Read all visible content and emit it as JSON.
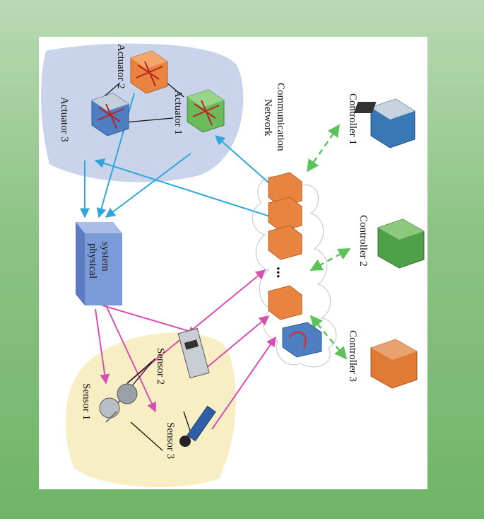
{
  "diagram": {
    "actuators": [
      {
        "id": "a1",
        "label": "Actuator 1"
      },
      {
        "id": "a2",
        "label": "Actuator 2"
      },
      {
        "id": "a3",
        "label": "Actuator 3"
      }
    ],
    "sensors": [
      {
        "id": "s1",
        "label": "Sensor 1"
      },
      {
        "id": "s2",
        "label": "Sensor 2"
      },
      {
        "id": "s3",
        "label": "Sensor 3"
      }
    ],
    "controllers": [
      {
        "id": "c1",
        "label": "Controller 1"
      },
      {
        "id": "c2",
        "label": "Controller 2"
      },
      {
        "id": "c3",
        "label": "Controller 3"
      }
    ],
    "network": {
      "label_line1": "Communication",
      "label_line2": "Network",
      "ellipsis": "..."
    },
    "physical_system": {
      "line1": "physical",
      "line2": "system"
    },
    "colors": {
      "actuator_region": "#c9d3ea",
      "sensor_region": "#f8eec4",
      "control_link": "#2ea7dc",
      "sensor_link": "#d94fb0",
      "controller_link": "#5cc25a",
      "node_orange": "#e8843f",
      "controller_blue": "#3a78b5",
      "controller_green": "#4fa048",
      "controller_orange": "#e07a35",
      "plant_blue": "#7a9ad8"
    }
  }
}
